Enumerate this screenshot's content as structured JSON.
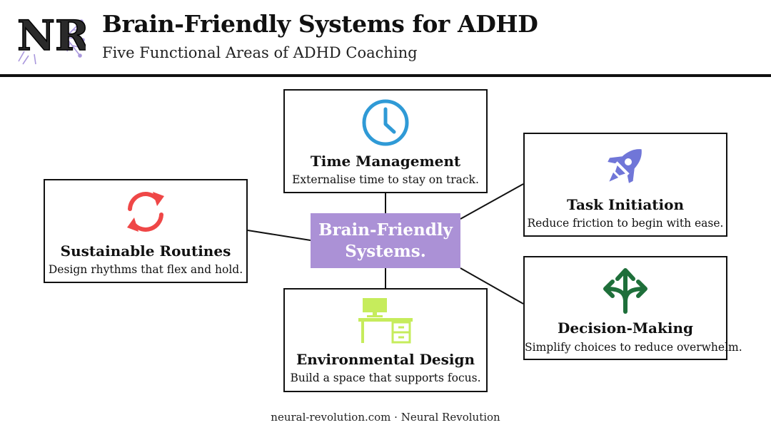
{
  "header": {
    "logo_text": "NR",
    "title": "Brain-Friendly Systems for ADHD",
    "subtitle": "Five Functional Areas of ADHD Coaching"
  },
  "center": {
    "line1": "Brain-Friendly",
    "line2": "Systems.",
    "color": "#ab91d6"
  },
  "areas": [
    {
      "icon": "clock-icon",
      "color": "#2f9ad6",
      "title": "Time Management",
      "description": "Externalise time to stay on track."
    },
    {
      "icon": "rocket-icon",
      "color": "#7076d8",
      "title": "Task Initiation",
      "description": "Reduce friction to begin with ease."
    },
    {
      "icon": "refresh-cycle-icon",
      "color": "#ef4747",
      "title": "Sustainable Routines",
      "description": "Design rhythms that flex and hold."
    },
    {
      "icon": "split-arrows-icon",
      "color": "#1e6f3a",
      "title": "Decision-Making",
      "description": "Simplify choices to reduce overwhelm."
    },
    {
      "icon": "desk-icon",
      "color": "#c6ec5c",
      "title": "Environmental Design",
      "description": "Build a space that supports focus."
    }
  ],
  "footer": {
    "text": "neural-revolution.com · Neural Revolution"
  }
}
